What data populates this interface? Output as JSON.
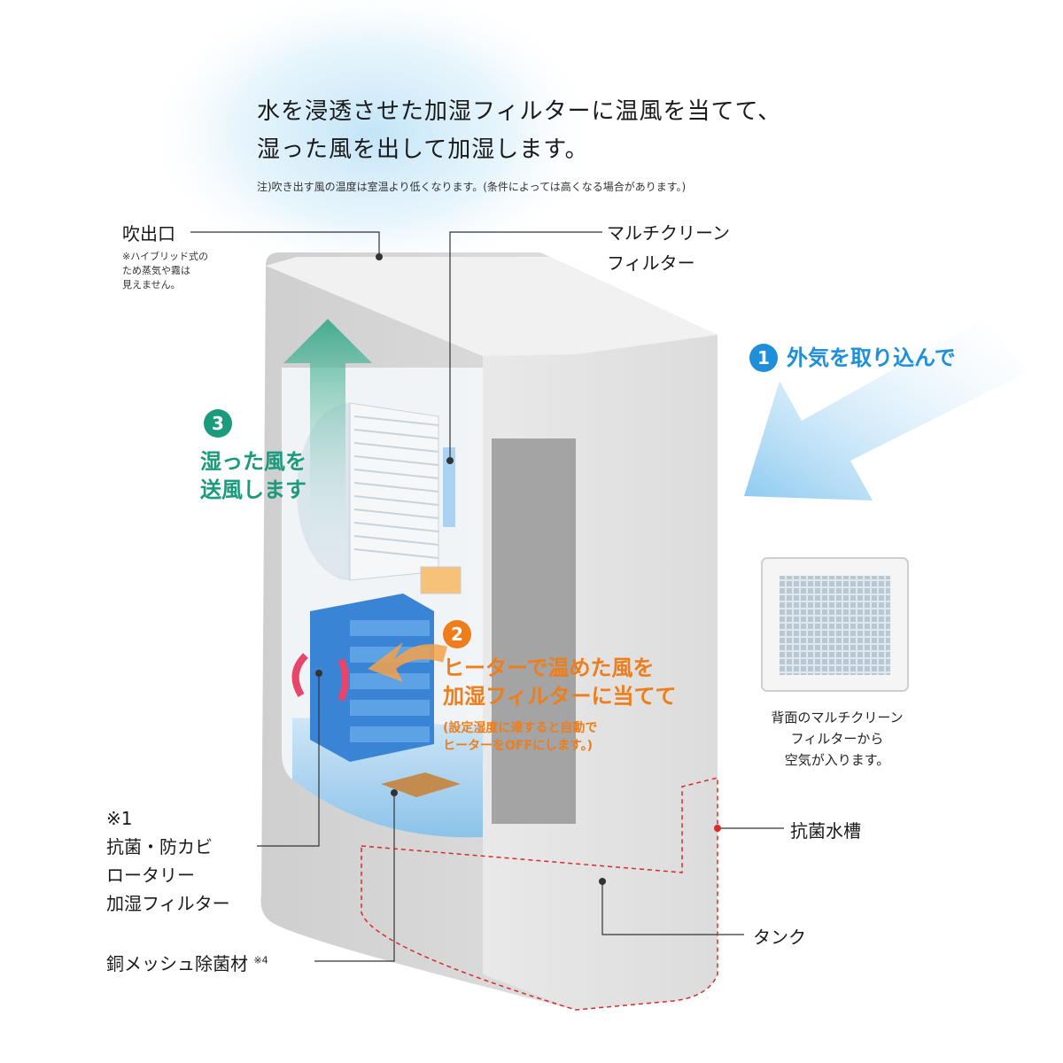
{
  "headline": {
    "line1": "水を浸透させた加湿フィルターに温風を当てて、",
    "line2": "湿った風を出して加湿します。",
    "note": "注)吹き出す風の温度は室温より低くなります。(条件によっては高くなる場合があります。)"
  },
  "labels": {
    "outlet": "吹出口",
    "outlet_note": [
      "※ハイブリッド式の",
      "ため蒸気や霧は",
      "見えません。"
    ],
    "multiclean_filter": [
      "マルチクリーン",
      "フィルター"
    ],
    "rotary_filter": [
      "※1",
      "抗菌・防カビ",
      "ロータリー",
      "加湿フィルター"
    ],
    "copper_mesh": "銅メッシュ除菌材",
    "copper_mesh_sup": "※4",
    "water_tank_antibac": "抗菌水槽",
    "tank": "タンク"
  },
  "steps": [
    {
      "num": "1",
      "lines": [
        "外気を取り込んで"
      ],
      "color": "#1e8fd8"
    },
    {
      "num": "2",
      "lines": [
        "ヒーターで温めた風を",
        "加湿フィルターに当てて"
      ],
      "sub": [
        "(設定湿度に達すると自動で",
        "ヒーターをOFFにします。)"
      ],
      "color": "#ee7d1a"
    },
    {
      "num": "3",
      "lines": [
        "湿った風を",
        "送風します"
      ],
      "color": "#1b9a7c"
    }
  ],
  "rear_caption": [
    "背面のマルチクリーン",
    "フィルターから",
    "空気が入ります。"
  ]
}
